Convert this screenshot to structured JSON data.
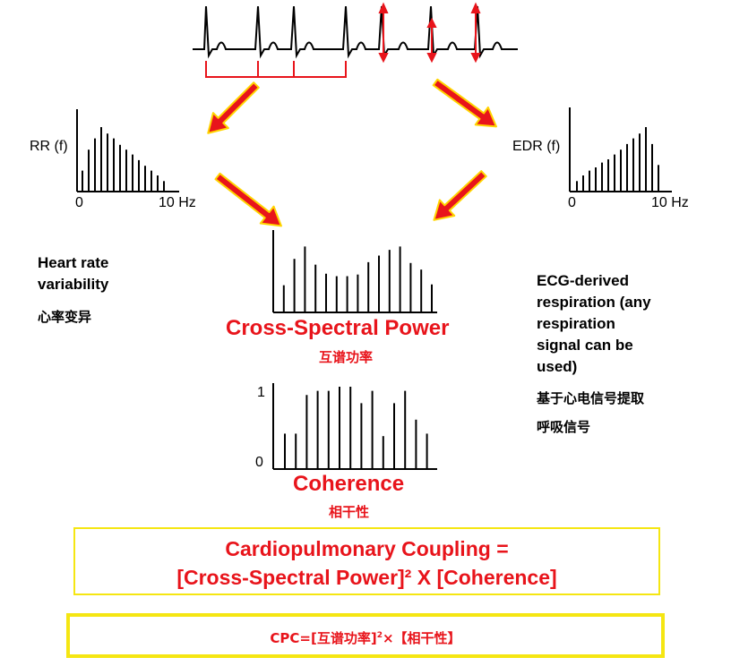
{
  "rr_spectrum": {
    "ylabel": "RR (f)",
    "x_start": "0",
    "x_end": "10 Hz",
    "bars": [
      0.26,
      0.52,
      0.66,
      0.8,
      0.72,
      0.66,
      0.58,
      0.52,
      0.46,
      0.39,
      0.32,
      0.26,
      0.2,
      0.13
    ]
  },
  "edr_spectrum": {
    "ylabel": "EDR (f)",
    "x_start": "0",
    "x_end": "10 Hz",
    "bars": [
      0.13,
      0.2,
      0.26,
      0.3,
      0.36,
      0.4,
      0.46,
      0.52,
      0.59,
      0.66,
      0.72,
      0.8,
      0.59,
      0.33
    ]
  },
  "cross_spectrum": {
    "bars": [
      1.0,
      0.33,
      0.65,
      0.8,
      0.58,
      0.47,
      0.44,
      0.44,
      0.46,
      0.61,
      0.69,
      0.76,
      0.8,
      0.6,
      0.52,
      0.34
    ]
  },
  "coherence": {
    "y_top": "1",
    "y_bottom": "0",
    "bars": [
      0.43,
      0.43,
      0.9,
      0.95,
      0.95,
      1.0,
      1.0,
      0.8,
      0.95,
      0.4,
      0.8,
      0.95,
      0.6,
      0.43
    ]
  },
  "labels": {
    "hrv_line1": "Heart rate",
    "hrv_line2": "variability",
    "hrv_cn": "心率变异",
    "edr_line1": "ECG-derived",
    "edr_line2": "respiration (any",
    "edr_line3": "respiration",
    "edr_line4": "signal can be",
    "edr_line5": "used)",
    "edr_cn1": "基于心电信号提取",
    "edr_cn2": "呼吸信号",
    "cross_title": "Cross-Spectral Power",
    "cross_cn": "互谱功率",
    "coh_title": "Coherence",
    "coh_cn": "相干性"
  },
  "formula": {
    "line1": "Cardiopulmonary Coupling =",
    "line2": "[Cross-Spectral Power]² X [Coherence]",
    "cn_prefix": "CPC=[互谱功率]",
    "cn_sup": "2",
    "cn_suffix": "×【相干性】"
  },
  "colors": {
    "accent_red": "#e8141b",
    "highlight_yellow": "#f5e612",
    "arrow_fill": "#e8141b",
    "arrow_stroke": "#ffd400"
  }
}
